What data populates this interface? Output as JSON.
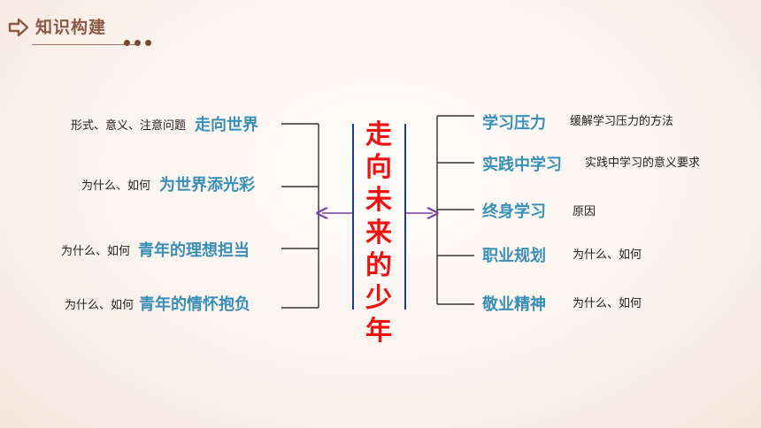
{
  "header": {
    "title": "知识构建",
    "icon": "arrow-right-icon",
    "accent": "#8a5a46"
  },
  "center": {
    "title": "走向未来的少年",
    "color": "#ee1111"
  },
  "left_branches": [
    {
      "note": "形式、意义、注意问题",
      "topic": "走向世界"
    },
    {
      "note": "为什么、如何",
      "topic": "为世界添光彩"
    },
    {
      "note": "为什么、如何",
      "topic": "青年的理想担当"
    },
    {
      "note": "为什么、如何",
      "topic": "青年的情怀抱负"
    }
  ],
  "right_branches": [
    {
      "topic": "学习压力",
      "note": "缓解学习压力的方法"
    },
    {
      "topic": "实践中学习",
      "note": "实践中学习的意义要求"
    },
    {
      "topic": "终身学习",
      "note": "原因"
    },
    {
      "topic": "职业规划",
      "note": "为什么、如何"
    },
    {
      "topic": "敬业精神",
      "note": "为什么、如何"
    }
  ],
  "colors": {
    "topic": "#3a8fb6",
    "connector": "#333333",
    "arrow": "#7b3fa0",
    "center_border": "#1f3a93"
  }
}
